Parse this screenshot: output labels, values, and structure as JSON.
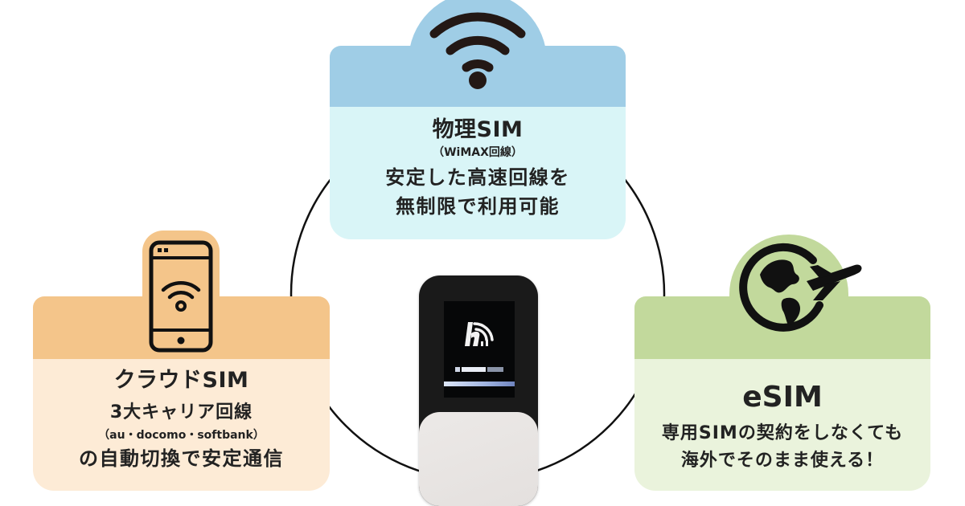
{
  "diagram": {
    "type": "hub-and-spoke",
    "center": {
      "label": "",
      "description": "Portable Wi-Fi router device"
    },
    "colors": {
      "text": "#222222",
      "ring": "#111111",
      "icon": "#231815",
      "physical_head": "#9fcde6",
      "physical_body": "#d9f5f7",
      "cloud_head": "#f4c58a",
      "cloud_body": "#fdebd6",
      "esim_head": "#c2d99c",
      "esim_body": "#eaf3dc"
    },
    "cards": {
      "physical": {
        "icon": "wifi-icon",
        "title": "物理SIM",
        "note": "（WiMAX回線）",
        "line1": "安定した高速回線を",
        "line2": "無制限で利用可能"
      },
      "cloud": {
        "icon": "smartphone-wifi-icon",
        "title": "クラウドSIM",
        "line1": "3大キャリア回線",
        "note": "（au・docomo・softbank）",
        "line2": "の自動切換で安定通信"
      },
      "esim": {
        "icon": "globe-airplane-icon",
        "title": "eSIM",
        "line1": "専用SIMの契約をしなくても",
        "line2": "海外でそのまま使える！"
      }
    }
  }
}
